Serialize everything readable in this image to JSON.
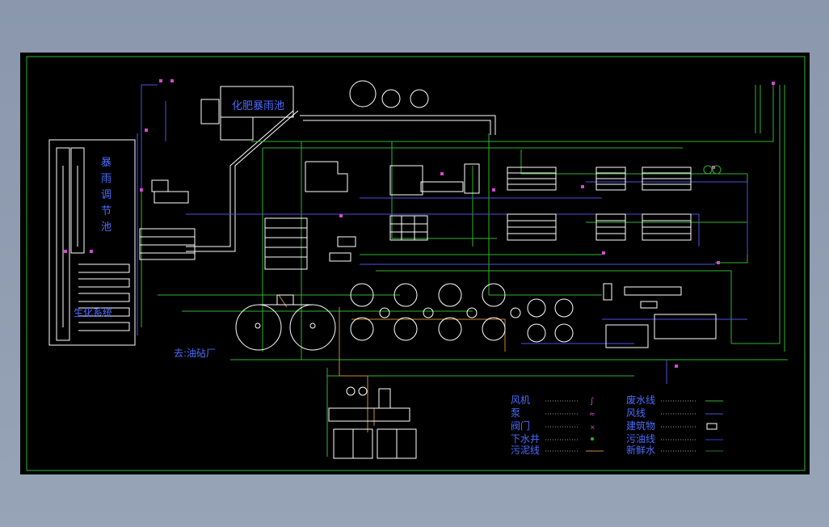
{
  "colors": {
    "background": "#000000",
    "frame": "#2fb52f",
    "water_line": "#2fb52f",
    "air_line": "#5050e0",
    "sludge_line": "#c98a3a",
    "oil_line": "#3a3ad0",
    "building": "#ffffff",
    "label": "#4b6cff"
  },
  "drawing": {
    "storm_tank_chars": [
      "暴",
      "雨",
      "调",
      "节",
      "池"
    ],
    "fertilizer_tank_label": "化肥暴雨池",
    "biological_pool_label": "生化系统",
    "to_refinery_label": "去:油砧厂"
  },
  "legend": {
    "left": [
      {
        "label": "风机",
        "symbol": "fan-icon"
      },
      {
        "label": "泵",
        "symbol": "pump-icon"
      },
      {
        "label": "阀门",
        "symbol": "valve-icon"
      },
      {
        "label": "下水井",
        "symbol": "manhole-icon"
      },
      {
        "label": "污泥线",
        "symbol": "sludge-line"
      }
    ],
    "right": [
      {
        "label": "废水线",
        "symbol": "water-line"
      },
      {
        "label": "风线",
        "symbol": "air-line"
      },
      {
        "label": "建筑物",
        "symbol": "building-icon"
      },
      {
        "label": "污油线",
        "symbol": "oil-line"
      },
      {
        "label": "新鲜水",
        "symbol": "fresh-line"
      }
    ]
  }
}
